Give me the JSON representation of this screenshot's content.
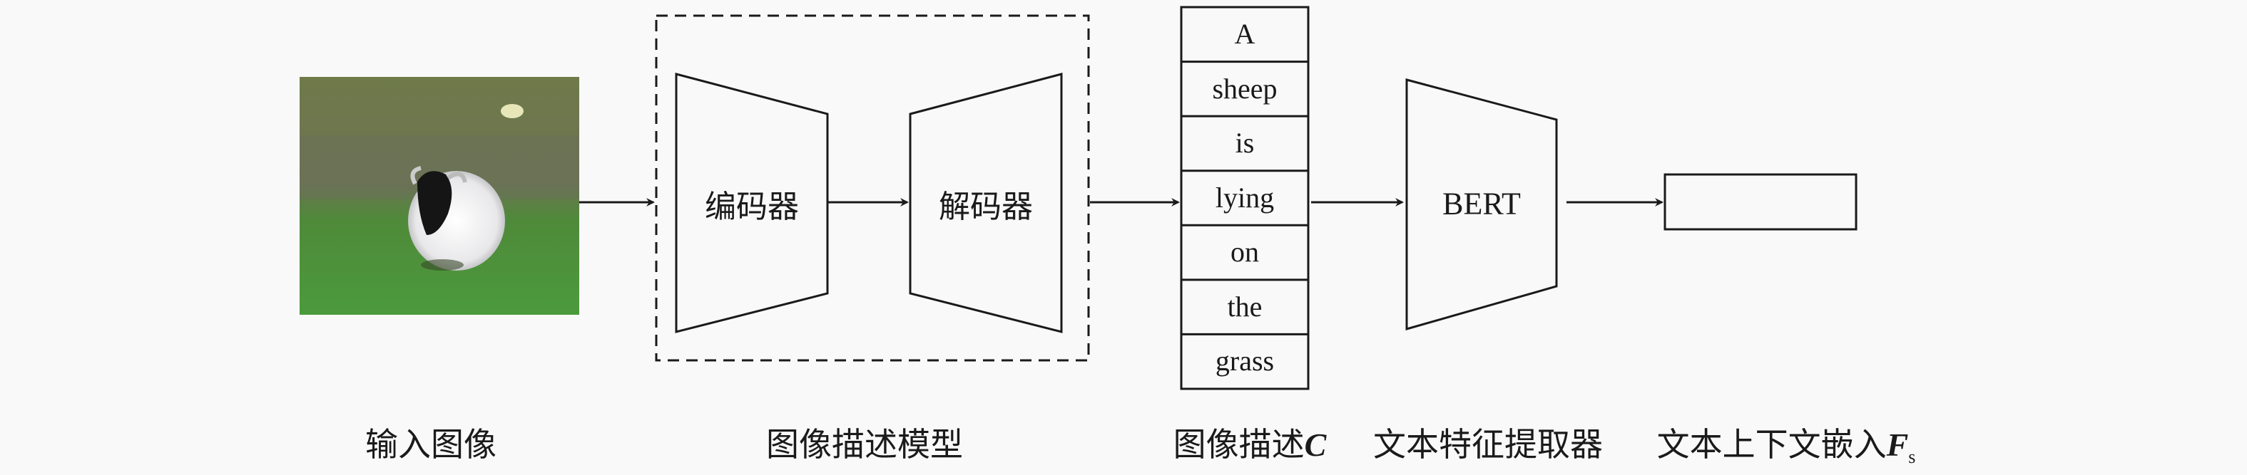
{
  "input_image": {
    "label": "输入图像"
  },
  "caption_model": {
    "label": "图像描述模型",
    "encoder_label": "编码器",
    "decoder_label": "解码器"
  },
  "caption": {
    "label_prefix": "图像描述",
    "label_symbol": "C",
    "words": [
      "A",
      "sheep",
      "is",
      "lying",
      "on",
      "the",
      "grass"
    ]
  },
  "text_extractor": {
    "label": "文本特征提取器",
    "inner_label": "BERT"
  },
  "text_embedding": {
    "label_prefix": "文本上下文嵌入",
    "label_symbol": "F",
    "label_subscript": "s"
  }
}
